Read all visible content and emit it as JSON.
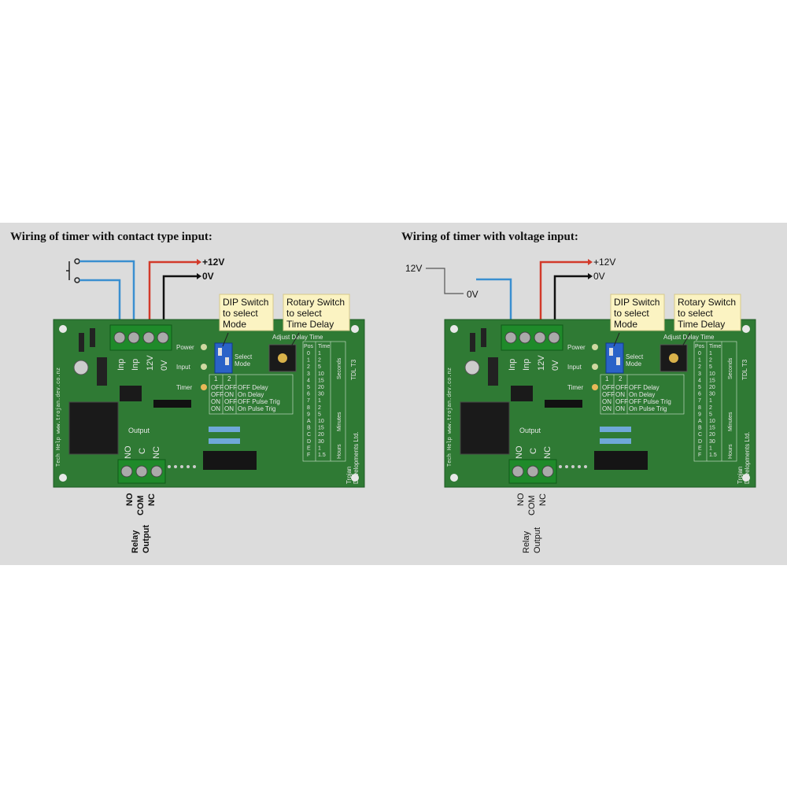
{
  "diagrams": [
    {
      "title": "Wiring of timer with contact type input:",
      "supply_pos": "+12V",
      "supply_neg": "0V",
      "dip_note": [
        "DIP Switch",
        "to select",
        "Mode"
      ],
      "rotary_note": [
        "Rotary Switch",
        "to select",
        "Time Delay"
      ],
      "relay_terms": [
        "NO",
        "COM",
        "NC"
      ],
      "relay_caption": [
        "Relay",
        "Output"
      ]
    },
    {
      "title": "Wiring of timer with voltage input:",
      "input_high": "12V",
      "input_low": "0V",
      "supply_pos": "+12V",
      "supply_neg": "0V",
      "dip_note": [
        "DIP Switch",
        "to select",
        "Mode"
      ],
      "rotary_note": [
        "Rotary Switch",
        "to select",
        "Time Delay"
      ],
      "relay_terms": [
        "NO",
        "COM",
        "NC"
      ],
      "relay_caption": [
        "Relay",
        "Output"
      ]
    }
  ],
  "board": {
    "input_terms": [
      "Inp",
      "Inp",
      "12V",
      "0V"
    ],
    "output_terms": [
      "NO",
      "C",
      "NC"
    ],
    "output_label": "Output",
    "leds": [
      "Power",
      "Input",
      "Timer"
    ],
    "select_mode": [
      "Select",
      "Mode"
    ],
    "adjust_label": "Adjust Delay Time",
    "mode_table": {
      "header": [
        "1",
        "2"
      ],
      "rows": [
        [
          "OFF",
          "OFF",
          "OFF Delay"
        ],
        [
          "OFF",
          "ON",
          "On Delay"
        ],
        [
          "ON",
          "OFF",
          "OFF Pulse Trig"
        ],
        [
          "ON",
          "ON",
          "On Pulse Trig"
        ]
      ]
    },
    "delay_table": {
      "header": [
        "Pos",
        "Time"
      ],
      "pos": [
        "0",
        "1",
        "2",
        "3",
        "4",
        "5",
        "6",
        "7",
        "8",
        "9",
        "A",
        "B",
        "C",
        "D",
        "E",
        "F"
      ],
      "time": [
        "1",
        "2",
        "5",
        "10",
        "15",
        "20",
        "30",
        "1",
        "2",
        "5",
        "10",
        "15",
        "20",
        "30",
        "1",
        "1.5"
      ],
      "units": [
        "Seconds",
        "Minutes",
        "Hours"
      ]
    },
    "side_text": "Tech Help www.trojan.dev.co.nz",
    "maker_text": [
      "Trojan",
      "Developments Ltd."
    ],
    "model": "TDL T3"
  },
  "colors": {
    "panel": "#dcdcdc",
    "board": "#2f7a34",
    "wire_blue": "#3a8fd0",
    "wire_red": "#d23a2a",
    "wire_black": "#111111",
    "callout": "#fbf3c2"
  }
}
